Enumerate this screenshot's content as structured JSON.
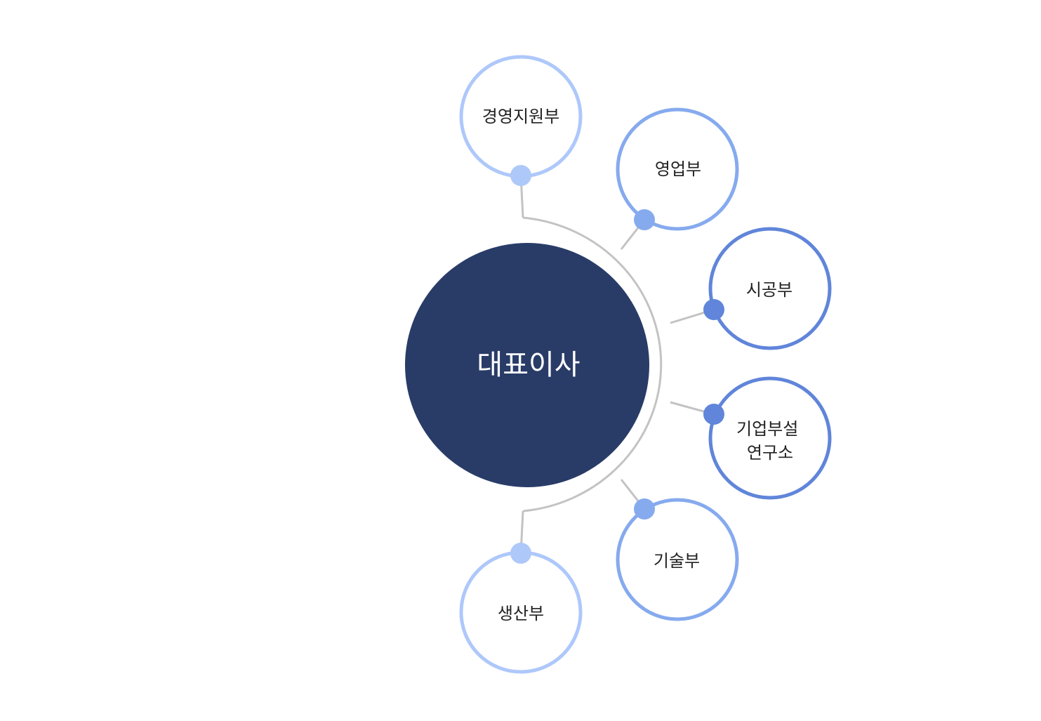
{
  "center": {
    "label": "대표이사",
    "color": "#293c68"
  },
  "colors": {
    "light": "#aec8fa",
    "medium": "#86aaee",
    "dark": "#6085da",
    "connector": "#c3c3c3"
  },
  "departments": [
    {
      "lines": [
        "경영지원부"
      ],
      "tone": "light"
    },
    {
      "lines": [
        "영업부"
      ],
      "tone": "medium"
    },
    {
      "lines": [
        "시공부"
      ],
      "tone": "dark"
    },
    {
      "lines": [
        "기업부설",
        "연구소"
      ],
      "tone": "dark"
    },
    {
      "lines": [
        "기술부"
      ],
      "tone": "medium"
    },
    {
      "lines": [
        "생산부"
      ],
      "tone": "light"
    }
  ]
}
